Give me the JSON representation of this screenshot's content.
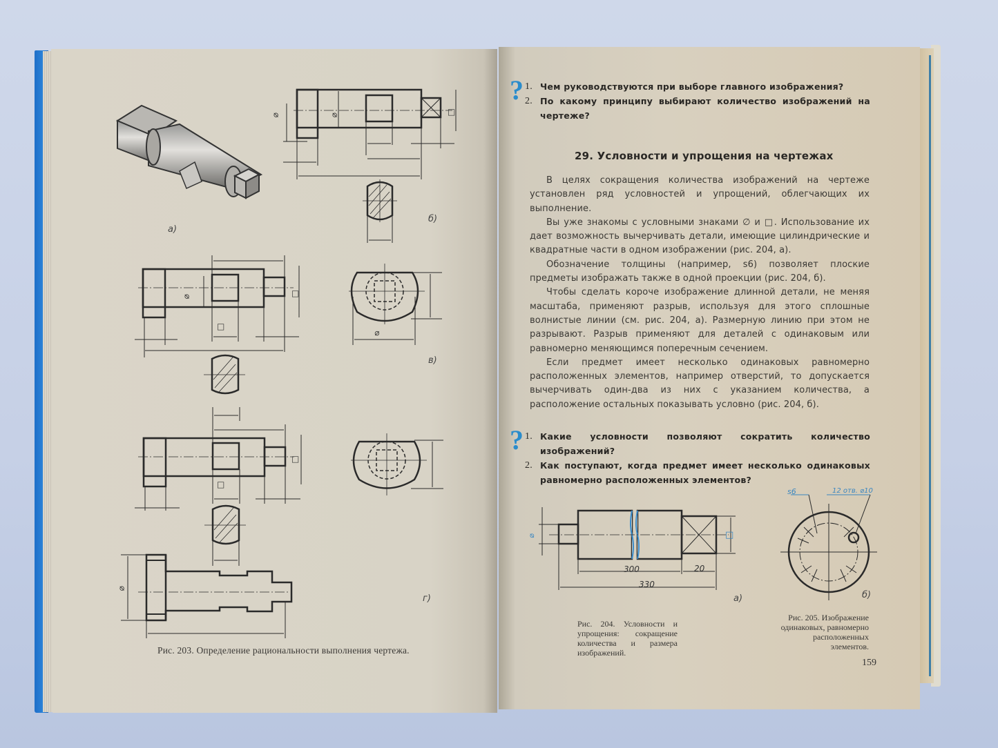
{
  "document": {
    "type": "open textbook spread",
    "colors": {
      "background": "#c6d0e6",
      "cover": "#2a82d8",
      "paper": "#d8d3c6",
      "accent_blue": "#2a8ccc",
      "ink": "#2c2a27"
    }
  },
  "left_page": {
    "figure_203": {
      "labels": {
        "a": "а)",
        "b": "б)",
        "v": "в)",
        "g": "г)"
      },
      "symbols": {
        "diameter": "⌀",
        "square": "□"
      },
      "caption": "Рис. 203. Определение рациональности выполнения чертежа."
    }
  },
  "right_page": {
    "questions_top": {
      "icon": "?",
      "items": [
        {
          "num": "1.",
          "text": "Чем руководствуются при выборе главного изображения?"
        },
        {
          "num": "2.",
          "text": "По какому принципу выбирают количество изображений на чертеже?"
        }
      ]
    },
    "section": {
      "title": "29. Условности и упрощения на чертежах",
      "paragraphs": [
        "В целях сокращения количества изображений на чертеже установлен ряд условностей и упрощений, облегчающих их выполнение.",
        "Вы уже знакомы с условными знаками ∅ и □. Использование их дает возможность вычерчивать детали, имеющие цилиндрические и квадратные части в одном изображении (рис. 204, а).",
        "Обозначение толщины (например, s6) позволяет плоские предметы изображать также в одной проекции (рис. 204, б).",
        "Чтобы сделать короче изображение длинной детали, не меняя масштаба, применяют разрыв, используя для этого сплошные волнистые линии (см. рис. 204, а). Размерную линию при этом не разрывают. Разрыв применяют для деталей с одинаковым или равномерно меняющимся поперечным сечением.",
        "Если предмет имеет несколько одинаковых равномерно расположенных элементов, например отверстий, то допускается вычерчивать один-два из них с указанием количества, а расположение остальных показывать условно (рис. 204, б)."
      ]
    },
    "questions_bottom": {
      "icon": "?",
      "items": [
        {
          "num": "1.",
          "text": "Какие условности позволяют сократить количество изображений?"
        },
        {
          "num": "2.",
          "text": "Как поступают, когда предмет имеет несколько одинаковых равномерно расположенных элементов?"
        }
      ]
    },
    "figure_204": {
      "label": "а)",
      "dimensions": {
        "d1": "300",
        "d2": "20",
        "total": "330"
      },
      "diameter_symbol": "⌀",
      "square_symbol": "□",
      "caption": "Рис. 204. Условности и упрощения: сокращение количества и размера изображений."
    },
    "figure_205": {
      "label": "б)",
      "thickness": "s6",
      "holes_note": "12 отв. ⌀10",
      "caption": "Рис. 205. Изображение одинаковых, равномерно расположенных элементов."
    },
    "page_number": "159"
  }
}
